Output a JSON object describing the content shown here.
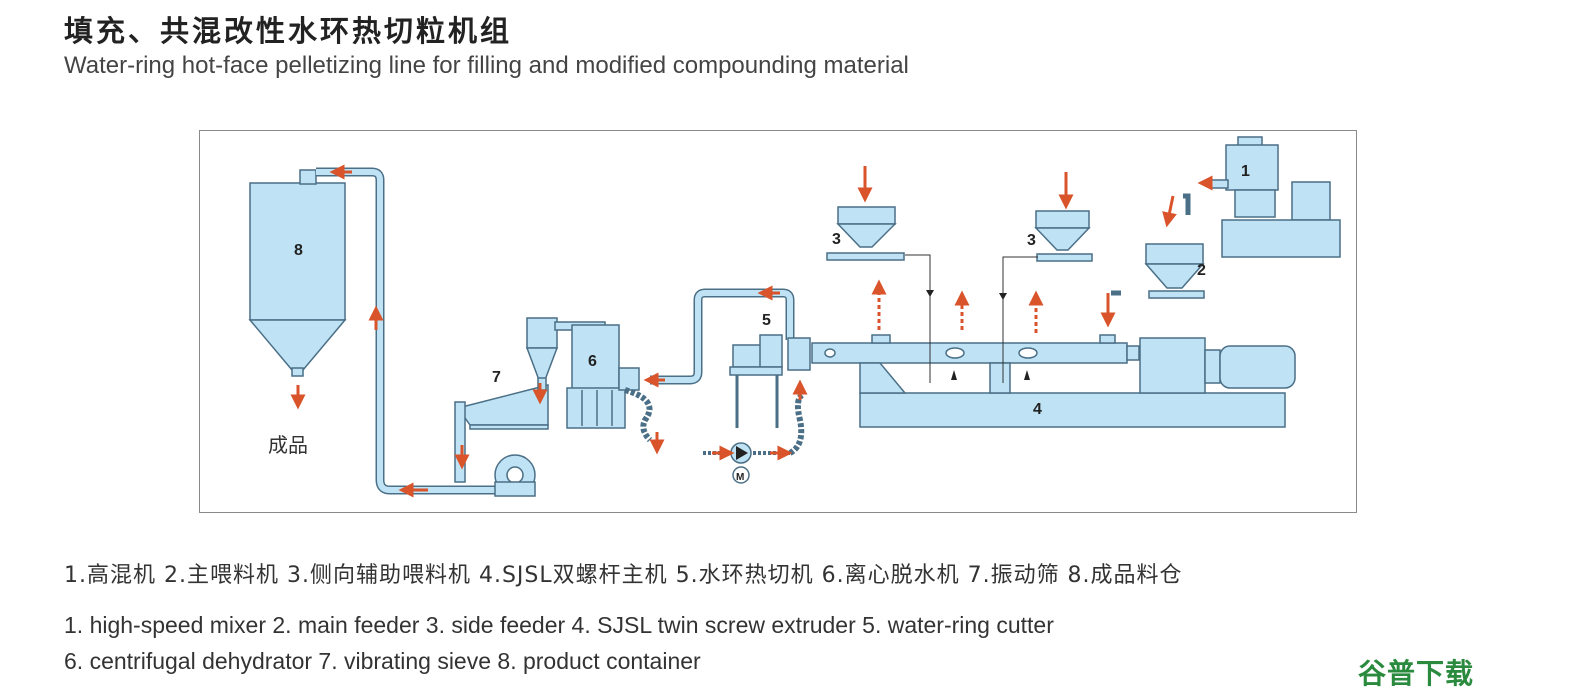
{
  "header": {
    "title_cn": "填充、共混改性水环热切粒机组",
    "title_en": "Water-ring hot-face pelletizing line for filling and modified compounding material"
  },
  "diagram": {
    "component_labels": {
      "c1": "1",
      "c2": "2",
      "c3a": "3",
      "c3b": "3",
      "c4": "4",
      "c5": "5",
      "c6": "6",
      "c7": "7",
      "c8": "8",
      "motor": "M"
    },
    "product_label": "成品",
    "colors": {
      "fill": "#bfe3f5",
      "stroke": "#4a6f86",
      "arrow": "#d9532b"
    }
  },
  "legend": {
    "cn": "1.高混机 2.主喂料机 3.侧向辅助喂料机 4.SJSL双螺杆主机 5.水环热切机 6.离心脱水机 7.振动筛 8.成品料仓",
    "en_line1": "1. high-speed mixer  2. main feeder  3. side feeder  4. SJSL twin screw extruder  5. water-ring cutter",
    "en_line2": "6. centrifugal dehydrator  7. vibrating sieve 8. product container"
  },
  "watermark": "谷普下载"
}
